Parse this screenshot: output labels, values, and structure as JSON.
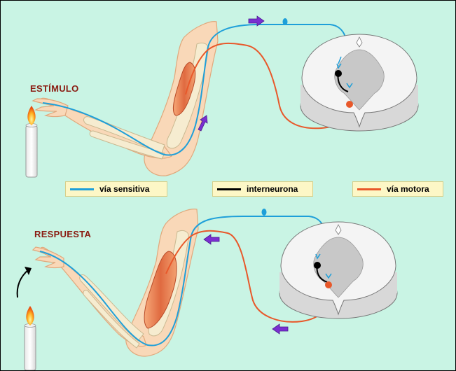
{
  "labels": {
    "stimulus": "ESTÍMULO",
    "response": "RESPUESTA"
  },
  "legend": {
    "items": [
      {
        "label": "vía sensitiva",
        "color": "#1e9fd9"
      },
      {
        "label": "interneurona",
        "color": "#000000"
      },
      {
        "label": "vía motora",
        "color": "#e8582a"
      }
    ]
  },
  "colors": {
    "background": "#c9f4e4",
    "sensory": "#1e9fd9",
    "motor": "#e8582a",
    "interneuron": "#000000",
    "arrow": "#7a2fd0",
    "skin": "#f9d8b8",
    "skin_outline": "#e0a87c",
    "muscle": "#e8734a",
    "bone": "#f6ecd0",
    "cord_gray": "#c8c8c8",
    "cord_white": "#f4f4f4",
    "legend_bg": "#fdf7c6"
  },
  "icons": [
    "candle-icon",
    "flame-icon",
    "arrow-icon",
    "curved-arrow-icon"
  ]
}
